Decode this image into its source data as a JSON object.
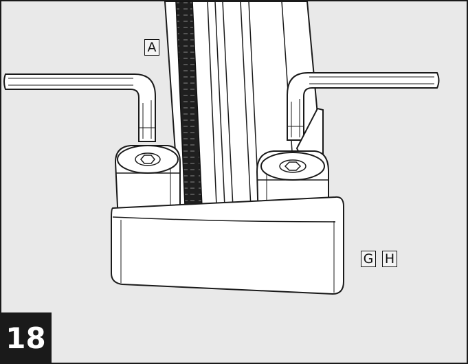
{
  "step": {
    "number": "18"
  },
  "part_labels": {
    "a": "A",
    "g": "G",
    "h": "H"
  },
  "colors": {
    "background": "#e9e9e9",
    "outline": "#1a1a1a",
    "badge": "#1a1a1a",
    "badge_text": "#ffffff"
  }
}
